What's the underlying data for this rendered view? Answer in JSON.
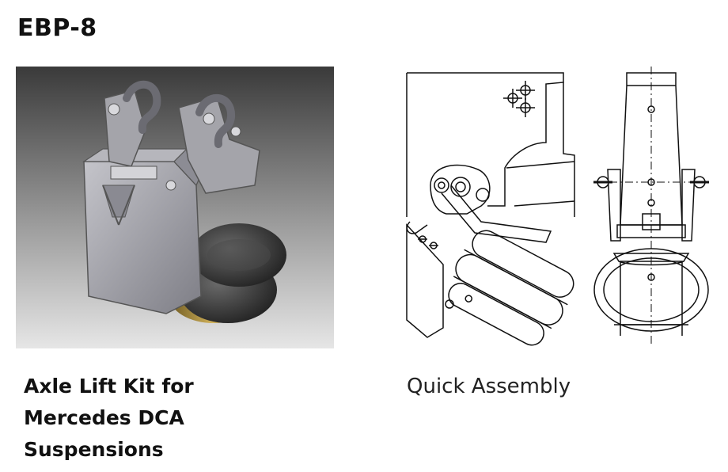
{
  "heading": {
    "title": "EBP-8"
  },
  "product": {
    "caption_lines": [
      "Axle Lift Kit for",
      "Mercedes DCA",
      "Suspensions"
    ]
  },
  "assembly": {
    "caption": "Quick Assembly"
  },
  "colors": {
    "photo_bg_top": "#3a3a3a",
    "photo_bg_bottom": "#e6e6e6",
    "bracket_grey": "#9a9aa0",
    "bellows_dark": "#3c3c3c",
    "bellows_brass": "#a88a3a",
    "line": "#111111"
  }
}
